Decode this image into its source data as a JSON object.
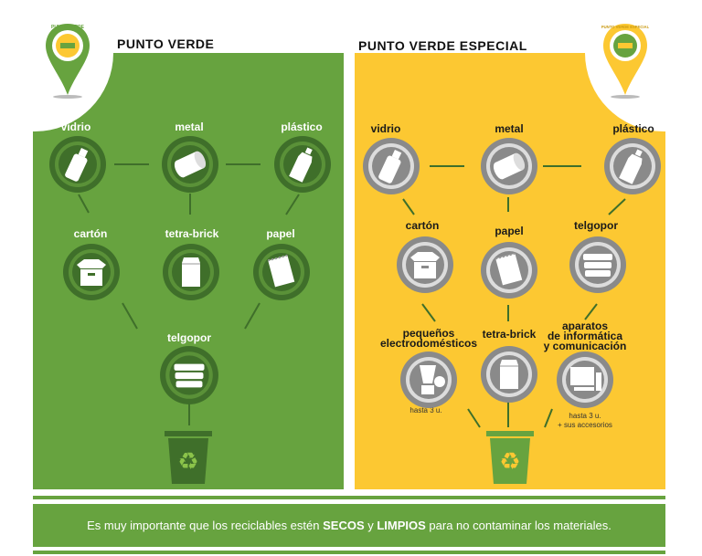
{
  "left": {
    "title": "PUNTO VERDE",
    "pin_text": "PUNTO VERDE",
    "items": {
      "vidrio": "vidrio",
      "metal": "metal",
      "plastico": "plástico",
      "carton": "cartón",
      "tetra": "tetra-brick",
      "papel": "papel",
      "telgopor": "telgopor"
    }
  },
  "right": {
    "title": "PUNTO VERDE ESPECIAL",
    "pin_text": "PUNTO VERDE ESPECIAL",
    "items": {
      "vidrio": "vidrio",
      "metal": "metal",
      "plastico": "plástico",
      "carton": "cartón",
      "papel": "papel",
      "telgopor": "telgopor",
      "pequenos_1": "pequeños",
      "pequenos_2": "electrodomésticos",
      "tetra": "tetra-brick",
      "aparatos_1": "aparatos",
      "aparatos_2": "de informática",
      "aparatos_3": "y comunicación",
      "limit_1": "hasta 3 u.",
      "limit_2a": "hasta 3 u.",
      "limit_2b": "+ sus accesorios"
    }
  },
  "banner": {
    "part1": "Es muy importante que los reciclables estén ",
    "secos": "SECOS",
    "part2": " y ",
    "limpios": "LIMPIOS",
    "part3": " para no contaminar los materiales."
  },
  "colors": {
    "green": "#67a33f",
    "yellow": "#fcc832",
    "dark_green": "#3f6f2a"
  },
  "icons": [
    "bottle-icon",
    "can-icon",
    "plastic-bottle-icon",
    "box-icon",
    "carton-icon",
    "paper-icon",
    "foam-tray-icon",
    "blender-icon",
    "computer-icon",
    "recycle-bin-icon"
  ]
}
